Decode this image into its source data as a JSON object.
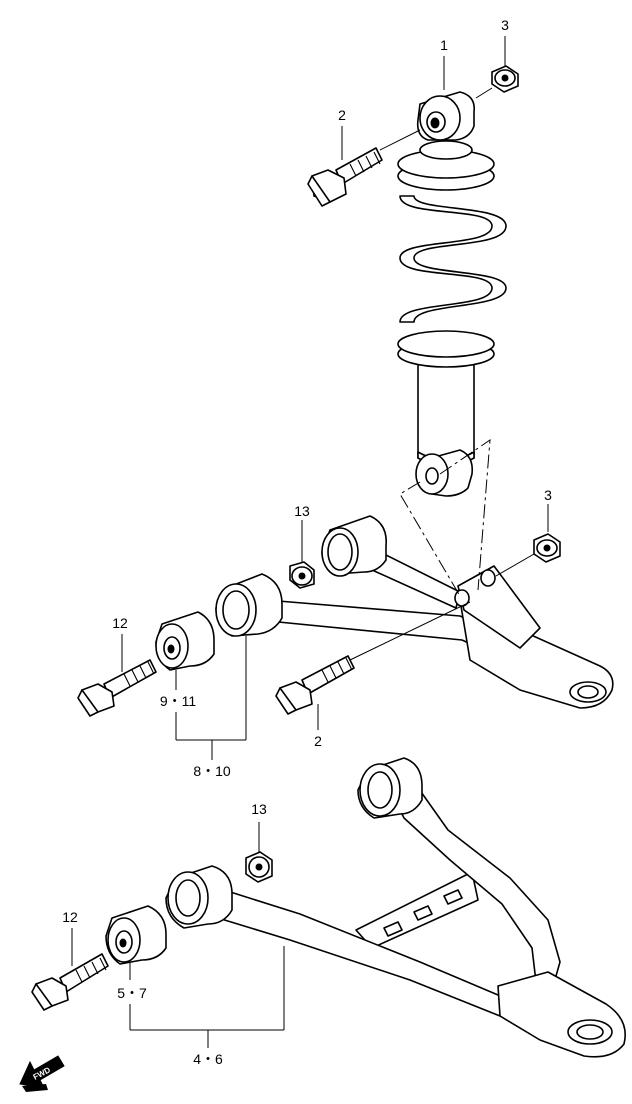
{
  "labels": {
    "shock_absorber": "1",
    "upper_bolt": "2",
    "upper_nut": "3",
    "lower_nut": "3",
    "lower_bolt": "2",
    "upper_arm_nut": "13",
    "upper_arm_bolt": "12",
    "upper_arm_bushing": "9・11",
    "upper_arm": "8・10",
    "lower_arm_nut": "13",
    "lower_arm_bolt": "12",
    "lower_arm_bushing": "5・7",
    "lower_arm": "4・6"
  },
  "fwd_badge": "FWD"
}
